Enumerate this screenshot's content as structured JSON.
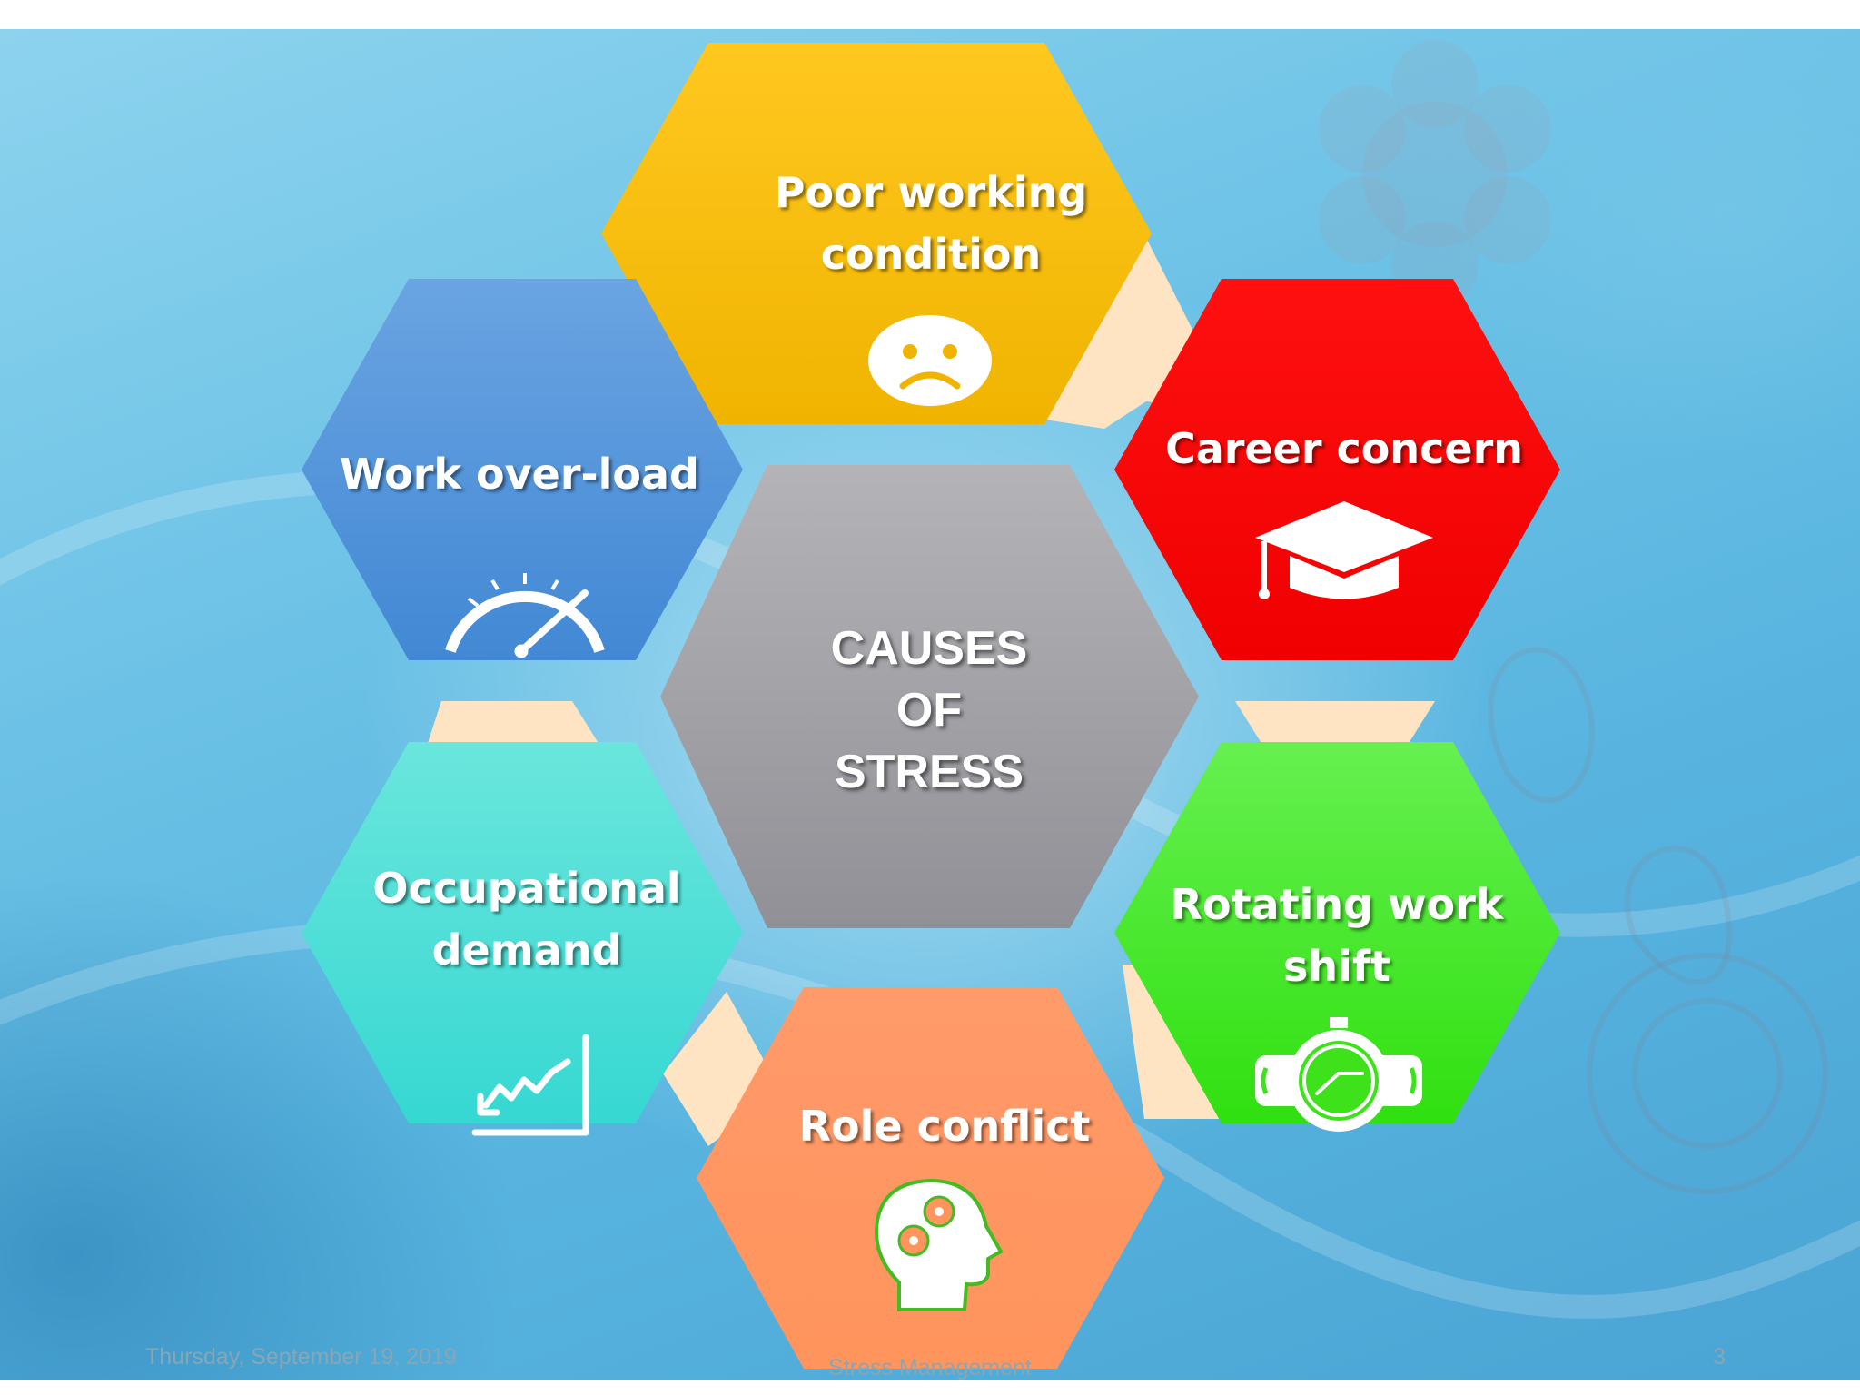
{
  "diagram": {
    "center": {
      "lines": [
        "CAUSES",
        "OF",
        "STRESS"
      ],
      "color": "#a3a3a7"
    },
    "causes": [
      {
        "id": "poor-working-condition",
        "label": "Poor working condition",
        "lines": [
          "Poor working",
          "condition"
        ],
        "color": "#ffc000",
        "icon": "sad-face-icon"
      },
      {
        "id": "career-concern",
        "label": "Career concern",
        "lines": [
          "Career concern"
        ],
        "color": "#ff0000",
        "icon": "graduation-cap-icon"
      },
      {
        "id": "rotating-work-shift",
        "label": "Rotating work shift",
        "lines": [
          "Rotating work",
          "shift"
        ],
        "color": "#44ee22",
        "icon": "wristwatch-icon"
      },
      {
        "id": "role-conflict",
        "label": "Role conflict",
        "lines": [
          "Role conflict"
        ],
        "color": "#ff9966",
        "icon": "head-gears-icon"
      },
      {
        "id": "occupational-demand",
        "label": "Occupational demand",
        "lines": [
          "Occupational",
          "demand"
        ],
        "color": "#40d8d0",
        "icon": "zigzag-chart-icon"
      },
      {
        "id": "work-over-load",
        "label": "Work over-load",
        "lines": [
          "Work over-load"
        ],
        "color": "#5a9ae0",
        "icon": "speedometer-icon"
      }
    ],
    "connector_color": "#ffe4c4"
  },
  "footer": {
    "date": "Thursday, September 19, 2019",
    "title": "Stress Management",
    "page": "3"
  }
}
